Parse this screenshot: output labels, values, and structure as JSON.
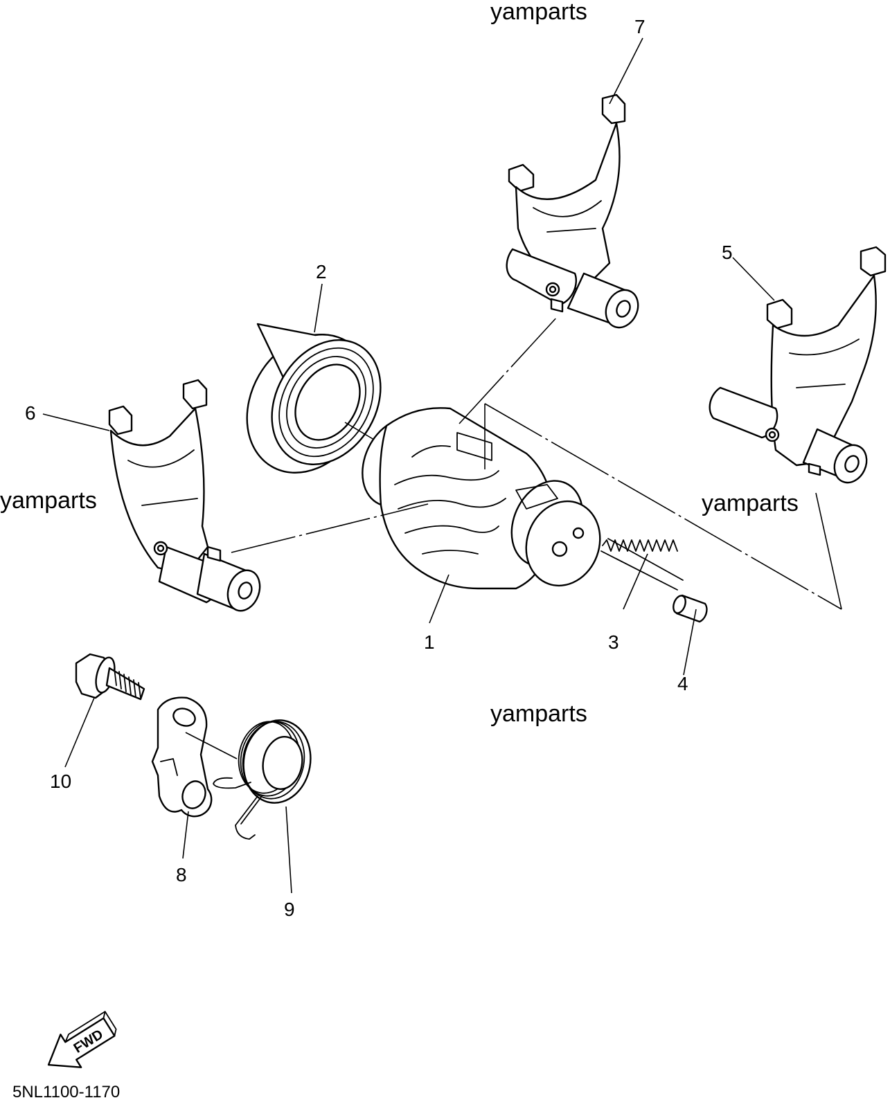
{
  "watermarks": [
    "yamparts",
    "yamparts",
    "yamparts",
    "yamparts"
  ],
  "callouts": {
    "p1": "1",
    "p2": "2",
    "p3": "3",
    "p4": "4",
    "p5": "5",
    "p6": "6",
    "p7": "7",
    "p8": "8",
    "p9": "9",
    "p10": "10"
  },
  "fwd_label": "FWD",
  "diagram_code": "5NL1100-1170"
}
